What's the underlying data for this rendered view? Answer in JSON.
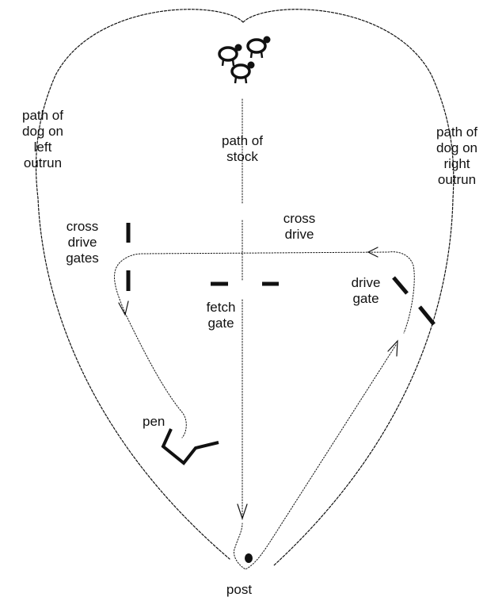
{
  "labels": {
    "left_outrun": [
      "path of",
      "dog on",
      "left",
      "outrun"
    ],
    "right_outrun": [
      "path of",
      "dog on",
      "right",
      "outrun"
    ],
    "stock_path": [
      "path of",
      "stock"
    ],
    "cross_drive": [
      "cross",
      "drive"
    ],
    "cross_drive_gates": [
      "cross",
      "drive",
      "gates"
    ],
    "drive_gate": [
      "drive",
      "gate"
    ],
    "fetch_gate": [
      "fetch",
      "gate"
    ],
    "pen": "pen",
    "post": "post"
  },
  "colors": {
    "ink": "#111111",
    "background": "#ffffff"
  },
  "icons": {
    "stock": "sheep-icon",
    "post": "post-marker-icon",
    "arrow": "arrowhead-icon"
  }
}
